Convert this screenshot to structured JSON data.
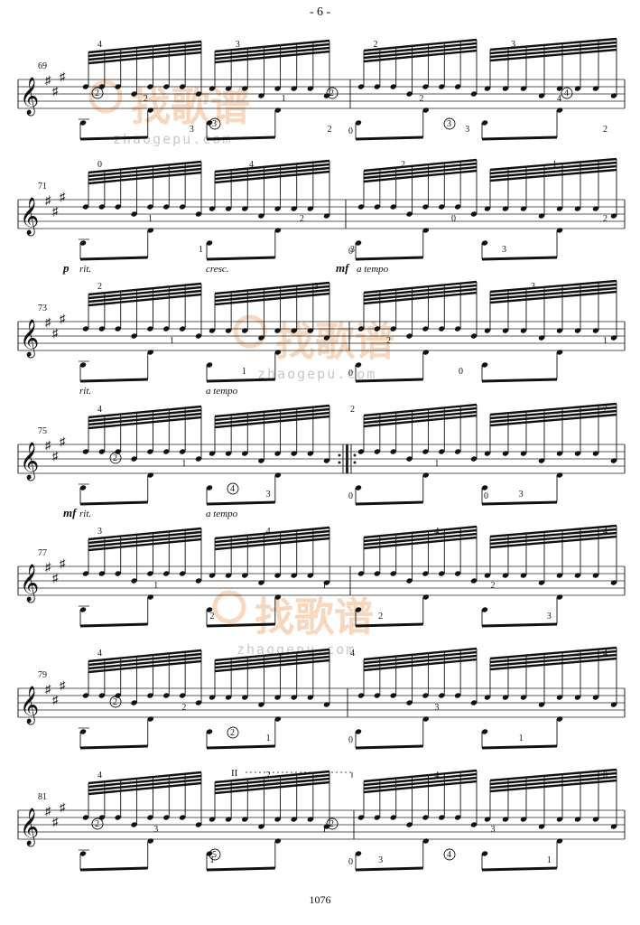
{
  "header": {
    "page_label": "- 6 -"
  },
  "footer": {
    "page_number": "1076"
  },
  "watermark": {
    "brand": "找歌谱",
    "url": "zhaogepu.com",
    "color": "#f2b98a"
  },
  "systems": [
    {
      "measure_number": "69",
      "fingerings": [
        "4",
        "2",
        "3",
        "3",
        "1",
        "2",
        "2",
        "2",
        "3",
        "3",
        "4",
        "2"
      ],
      "strings": [
        "2",
        "3",
        "2",
        "3",
        "4"
      ],
      "open_strings": [
        "0"
      ],
      "dynamics": [],
      "expressions": []
    },
    {
      "measure_number": "71",
      "fingerings": [
        "0",
        "1",
        "1",
        "4",
        "2",
        "3",
        "2",
        "0",
        "3",
        "1",
        "2"
      ],
      "strings": [],
      "open_strings": [
        "0"
      ],
      "dynamics": [
        "p",
        "mf"
      ],
      "expressions": [
        "rit.",
        "cresc.",
        "a tempo"
      ]
    },
    {
      "measure_number": "73",
      "fingerings": [
        "2",
        "1",
        "1",
        "3",
        "2",
        "0",
        "3",
        "1"
      ],
      "strings": [],
      "open_strings": [
        "0"
      ],
      "dynamics": [],
      "expressions": [
        "rit.",
        "a tempo"
      ]
    },
    {
      "measure_number": "75",
      "fingerings": [
        "4",
        "1",
        "3",
        "2",
        "1",
        "3",
        "2"
      ],
      "strings": [
        "2",
        "4"
      ],
      "open_strings": [
        "0",
        "0"
      ],
      "dynamics": [
        "mf"
      ],
      "expressions": [
        "rit.",
        "a tempo"
      ]
    },
    {
      "measure_number": "77",
      "fingerings": [
        "3",
        "1",
        "2",
        "4",
        "1",
        "2",
        "4",
        "2",
        "3",
        "4"
      ],
      "strings": [],
      "open_strings": [],
      "dynamics": [],
      "expressions": []
    },
    {
      "measure_number": "79",
      "fingerings": [
        "4",
        "2",
        "1",
        "4",
        "3",
        "1",
        "4"
      ],
      "strings": [
        "2",
        "2"
      ],
      "open_strings": [
        "0"
      ],
      "dynamics": [],
      "expressions": []
    },
    {
      "measure_number": "81",
      "fingerings": [
        "4",
        "3",
        "1",
        "2",
        "1",
        "3",
        "4",
        "3",
        "1",
        "0"
      ],
      "strings": [
        "2",
        "5",
        "2",
        "4"
      ],
      "open_strings": [
        "0"
      ],
      "dynamics": [],
      "expressions": [],
      "barre": "II"
    }
  ]
}
